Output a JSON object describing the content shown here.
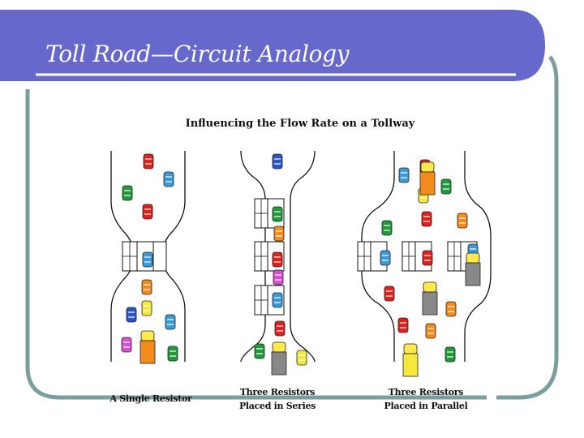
{
  "slide": {
    "title": "Toll Road—Circuit Analogy",
    "colors": {
      "banner": "#6668cc",
      "frame": "#7b9d9c"
    }
  },
  "figure": {
    "title": "Influencing the Flow Rate on a Tollway",
    "captions": [
      {
        "line1": "A Single Resistor",
        "line2": ""
      },
      {
        "line1": "Three Resistors",
        "line2": "Placed in Series"
      },
      {
        "line1": "Three Resistors",
        "line2": "Placed in Parallel"
      }
    ]
  }
}
